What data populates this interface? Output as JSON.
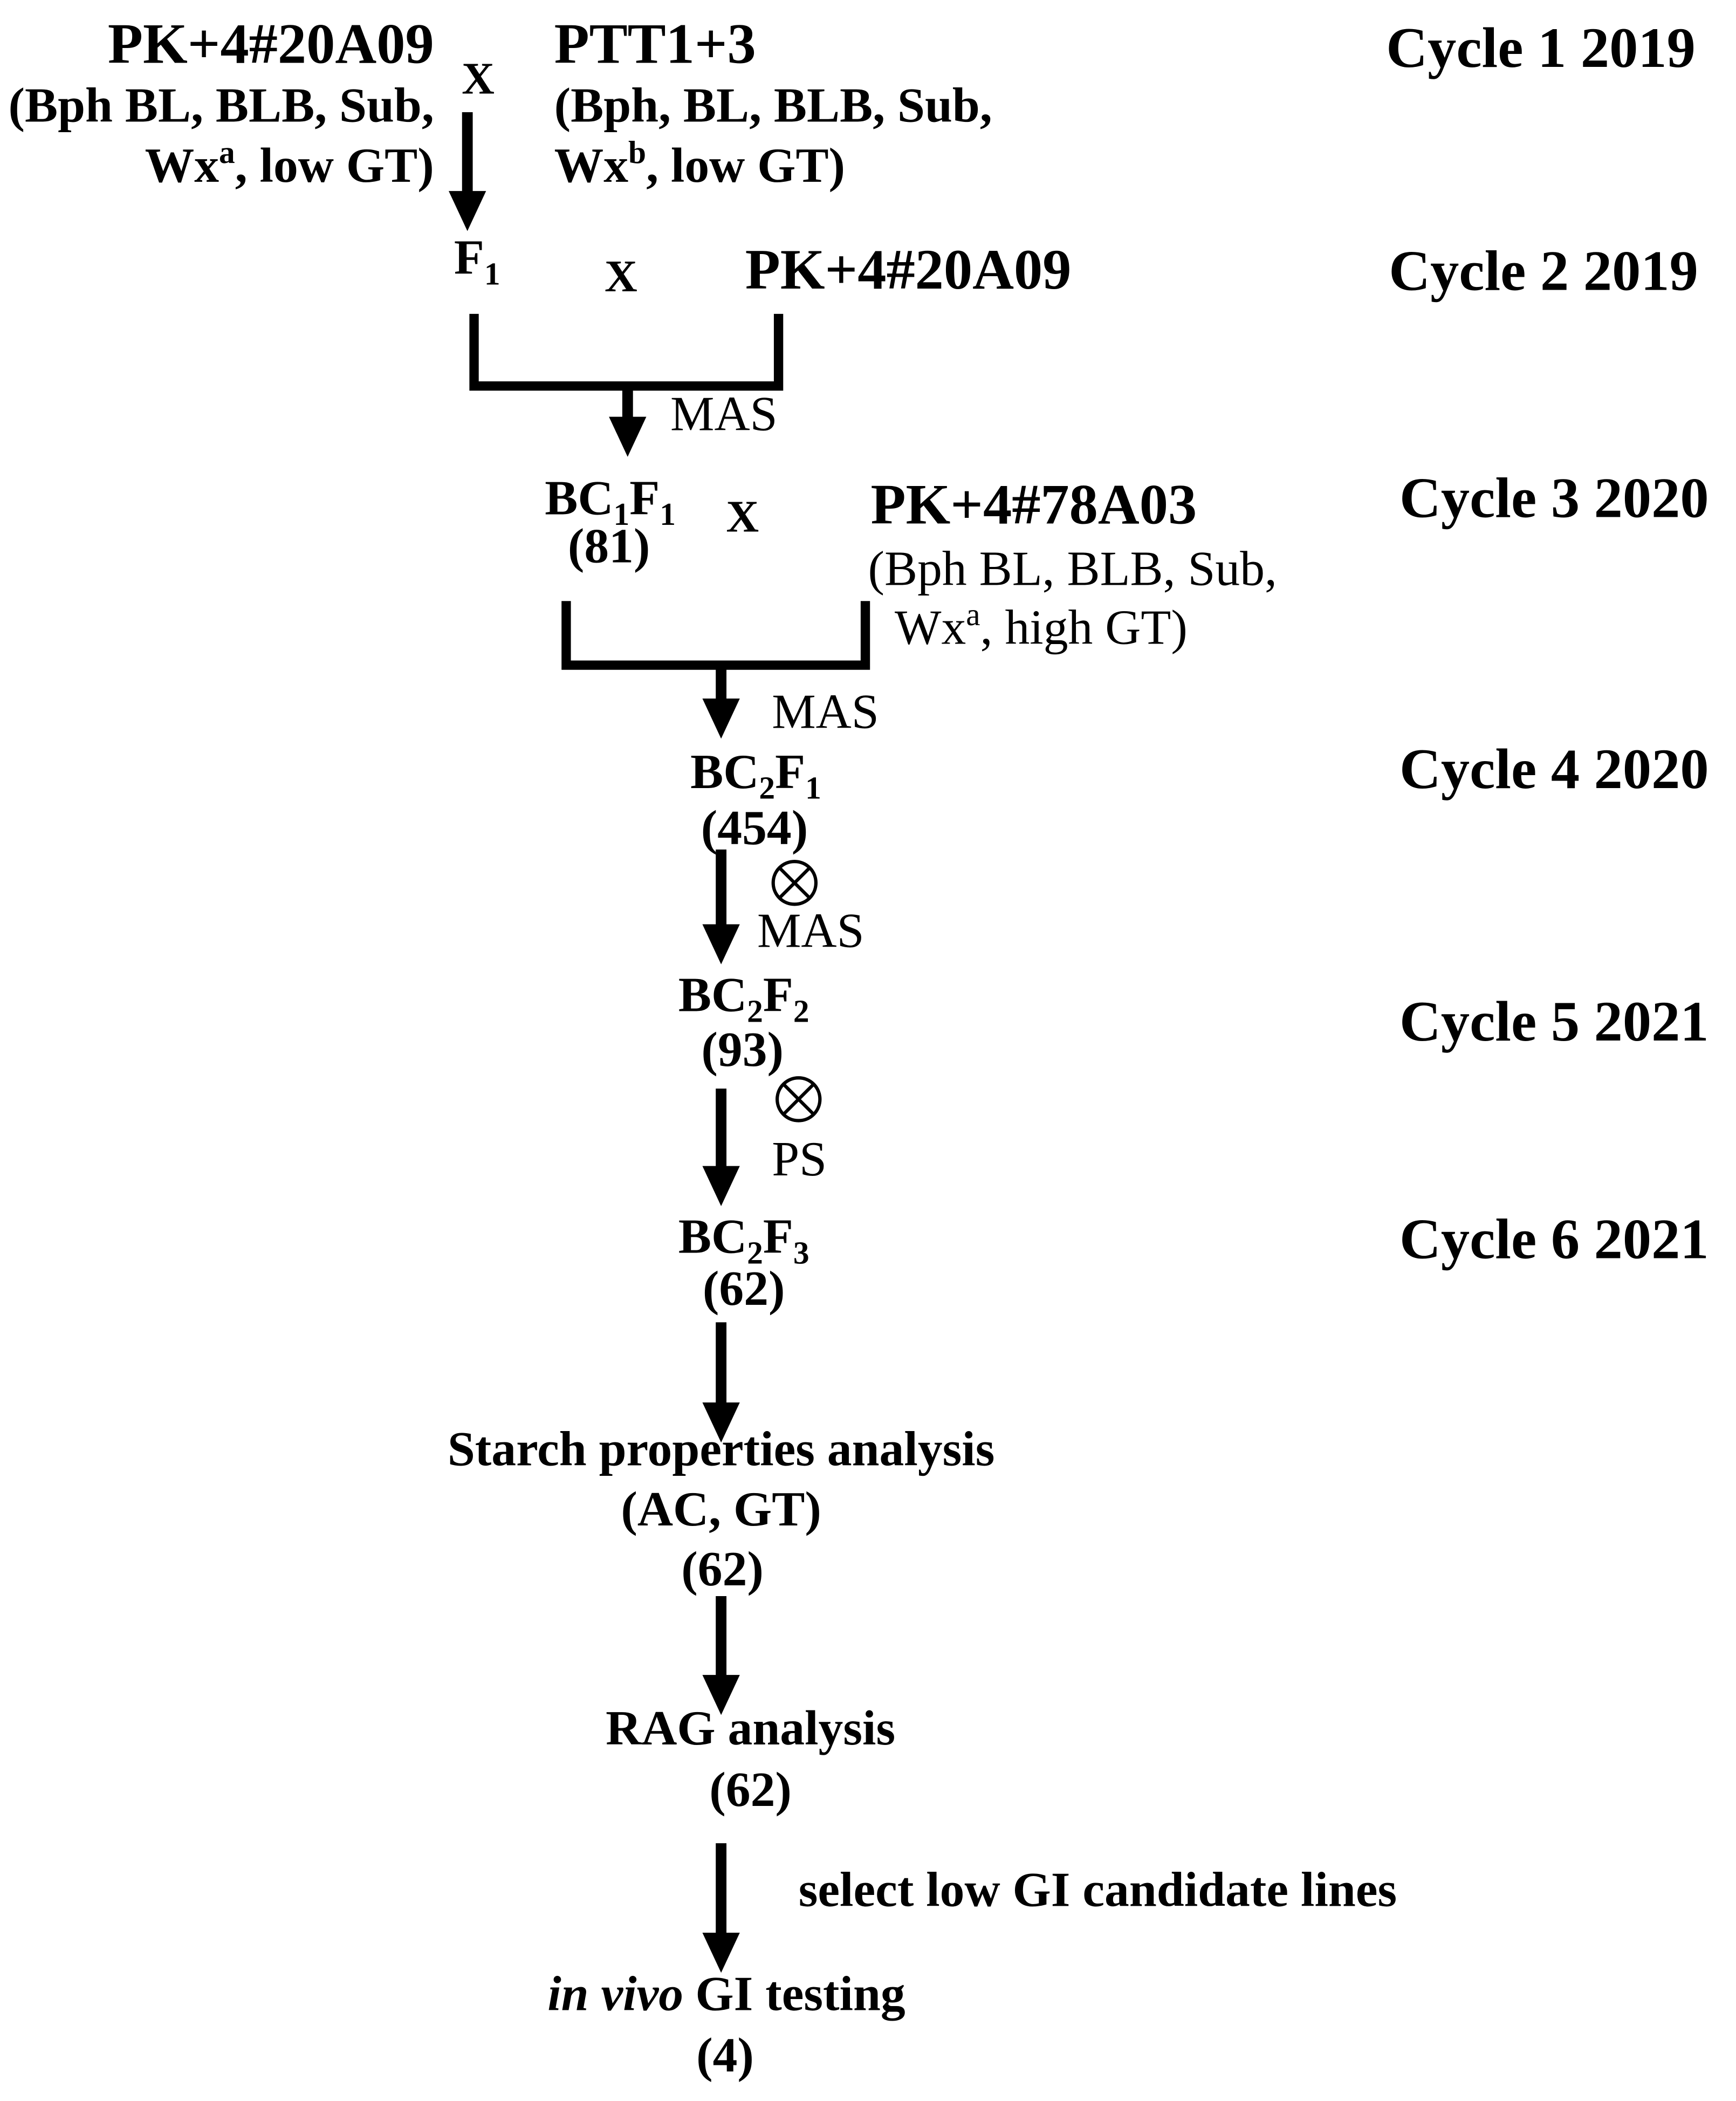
{
  "cycles": [
    "Cycle 1 2019",
    "Cycle 2 2019",
    "Cycle 3 2020",
    "Cycle 4 2020",
    "Cycle 5 2021",
    "Cycle 6 2021"
  ],
  "cross_symbol": "X",
  "parent_a": {
    "name": "PK+4#20A09",
    "traits_line1": "(Bph BL, BLB, Sub,",
    "traits_line2": {
      "gene": "Wx",
      "allele": "a",
      "rest": ", low GT)"
    }
  },
  "parent_b": {
    "name": "PTT1+3",
    "traits_line1": "(Bph, BL, BLB, Sub,",
    "traits_line2": {
      "gene": "Wx",
      "allele": "b",
      "rest": ", low GT)"
    }
  },
  "f1": {
    "base": "F",
    "sub": "1"
  },
  "recurrent_parent": "PK+4#20A09",
  "donor_parent": {
    "name": "PK+4#78A03",
    "traits_line1": "(Bph BL, BLB, Sub,",
    "traits_line2": {
      "gene": "Wx",
      "allele": "a",
      "rest": ", high GT)"
    }
  },
  "generations": [
    {
      "prefix": "BC",
      "bc": "1",
      "filial": "F",
      "gen": "1",
      "count": "(81)"
    },
    {
      "prefix": "BC",
      "bc": "2",
      "filial": "F",
      "gen": "1",
      "count": "(454)"
    },
    {
      "prefix": "BC",
      "bc": "2",
      "filial": "F",
      "gen": "2",
      "count": "(93)"
    },
    {
      "prefix": "BC",
      "bc": "2",
      "filial": "F",
      "gen": "3",
      "count": "(62)"
    }
  ],
  "selection_steps": [
    "MAS",
    "MAS",
    "MAS",
    "PS"
  ],
  "starch_analysis": {
    "title": "Starch properties analysis",
    "traits": "(AC, GT)",
    "count": "(62)"
  },
  "rag_analysis": {
    "title": "RAG analysis",
    "count": "(62)"
  },
  "selection_note": "select low GI candidate lines",
  "gi_testing": {
    "italic": "in vivo",
    "rest": "GI testing",
    "count": "(4)"
  },
  "icons": {
    "selfing": "selfing-icon",
    "arrow": "arrow-down-icon"
  },
  "colors": {
    "ink": "#000000",
    "background": "#ffffff"
  }
}
